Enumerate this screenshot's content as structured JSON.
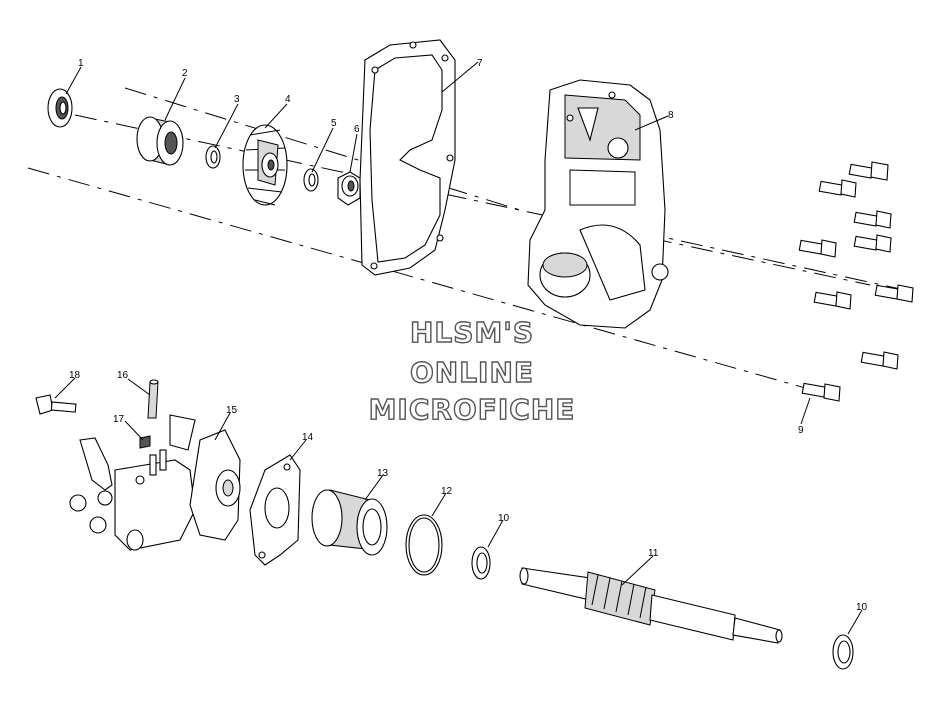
{
  "watermark": {
    "line1": "HLSM'S",
    "line2": "ONLINE",
    "line3": "MICROFICHE"
  },
  "callouts": {
    "c1": "1",
    "c2": "2",
    "c3": "3",
    "c4": "4",
    "c5": "5",
    "c6": "6",
    "c7": "7",
    "c8": "8",
    "c9": "9",
    "c10a": "10",
    "c10b": "10",
    "c11": "11",
    "c12": "12",
    "c13": "13",
    "c14": "14",
    "c15": "15",
    "c16": "16",
    "c17": "17",
    "c18": "18"
  }
}
